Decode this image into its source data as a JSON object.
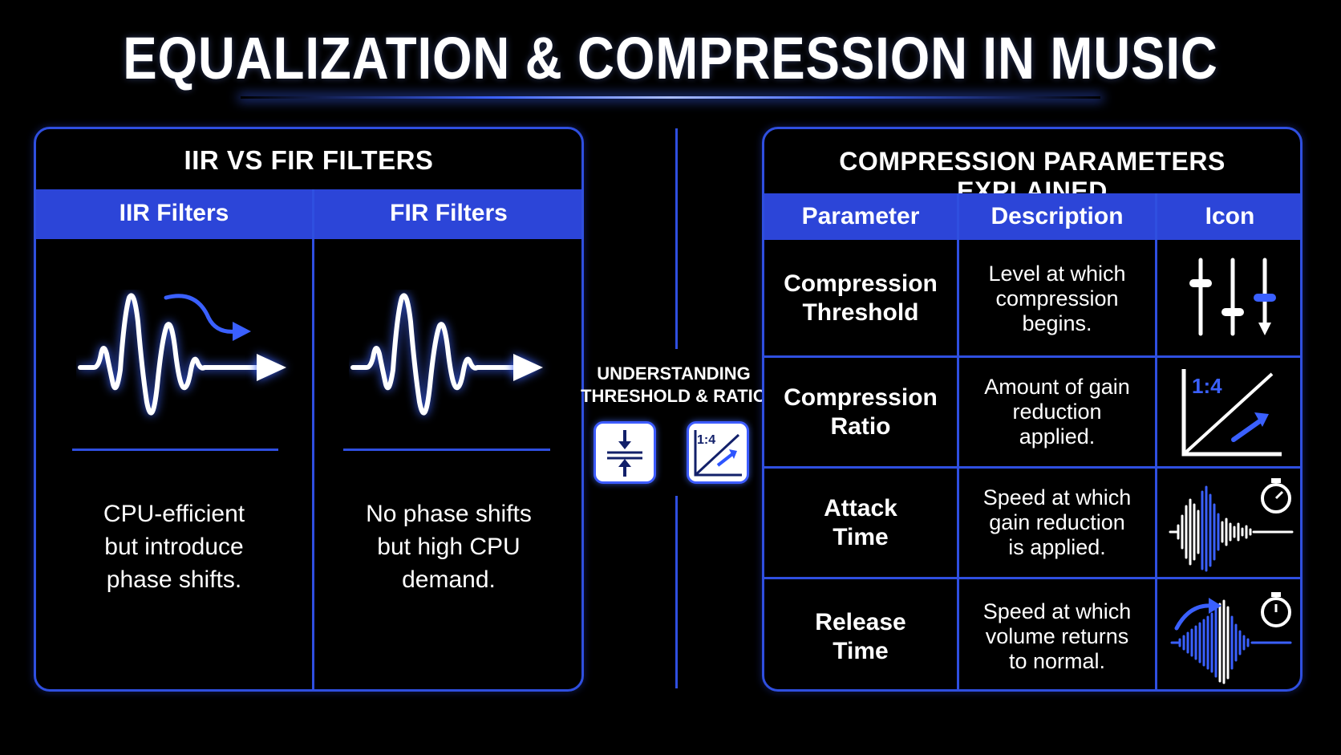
{
  "title": "EQUALIZATION & COMPRESSION IN MUSIC",
  "left_panel": {
    "title": "IIR VS FIR FILTERS",
    "columns": [
      {
        "header": "IIR Filters",
        "icon": "waveform-curved-arrow-icon",
        "description": "CPU-efficient\nbut introduce\nphase shifts."
      },
      {
        "header": "FIR Filters",
        "icon": "waveform-arrow-icon",
        "description": "No phase shifts\nbut high CPU\ndemand."
      }
    ]
  },
  "middle": {
    "label": "UNDERSTANDING\nTHRESHOLD & RATIO",
    "threshold_icon": "compress-arrows-icon",
    "ratio_icon_text": "1:4"
  },
  "right_panel": {
    "title": "COMPRESSION PARAMETERS EXPLAINED",
    "headers": [
      "Parameter",
      "Description",
      "Icon"
    ],
    "rows": [
      {
        "parameter": "Compression\nThreshold",
        "description": "Level at which\ncompression\nbegins.",
        "icon": "sliders-icon"
      },
      {
        "parameter": "Compression\nRatio",
        "description": "Amount of gain\nreduction\napplied.",
        "icon": "ratio-graph-icon",
        "icon_text": "1:4"
      },
      {
        "parameter": "Attack\nTime",
        "description": "Speed at which\ngain reduction\nis applied.",
        "icon": "attack-waveform-stopwatch-icon"
      },
      {
        "parameter": "Release\nTime",
        "description": "Speed at which\nvolume returns\nto normal.",
        "icon": "release-waveform-stopwatch-icon"
      }
    ]
  },
  "colors": {
    "accent": "#2c45d8",
    "border": "#2f4fe0",
    "background": "#000000",
    "text": "#ffffff"
  }
}
